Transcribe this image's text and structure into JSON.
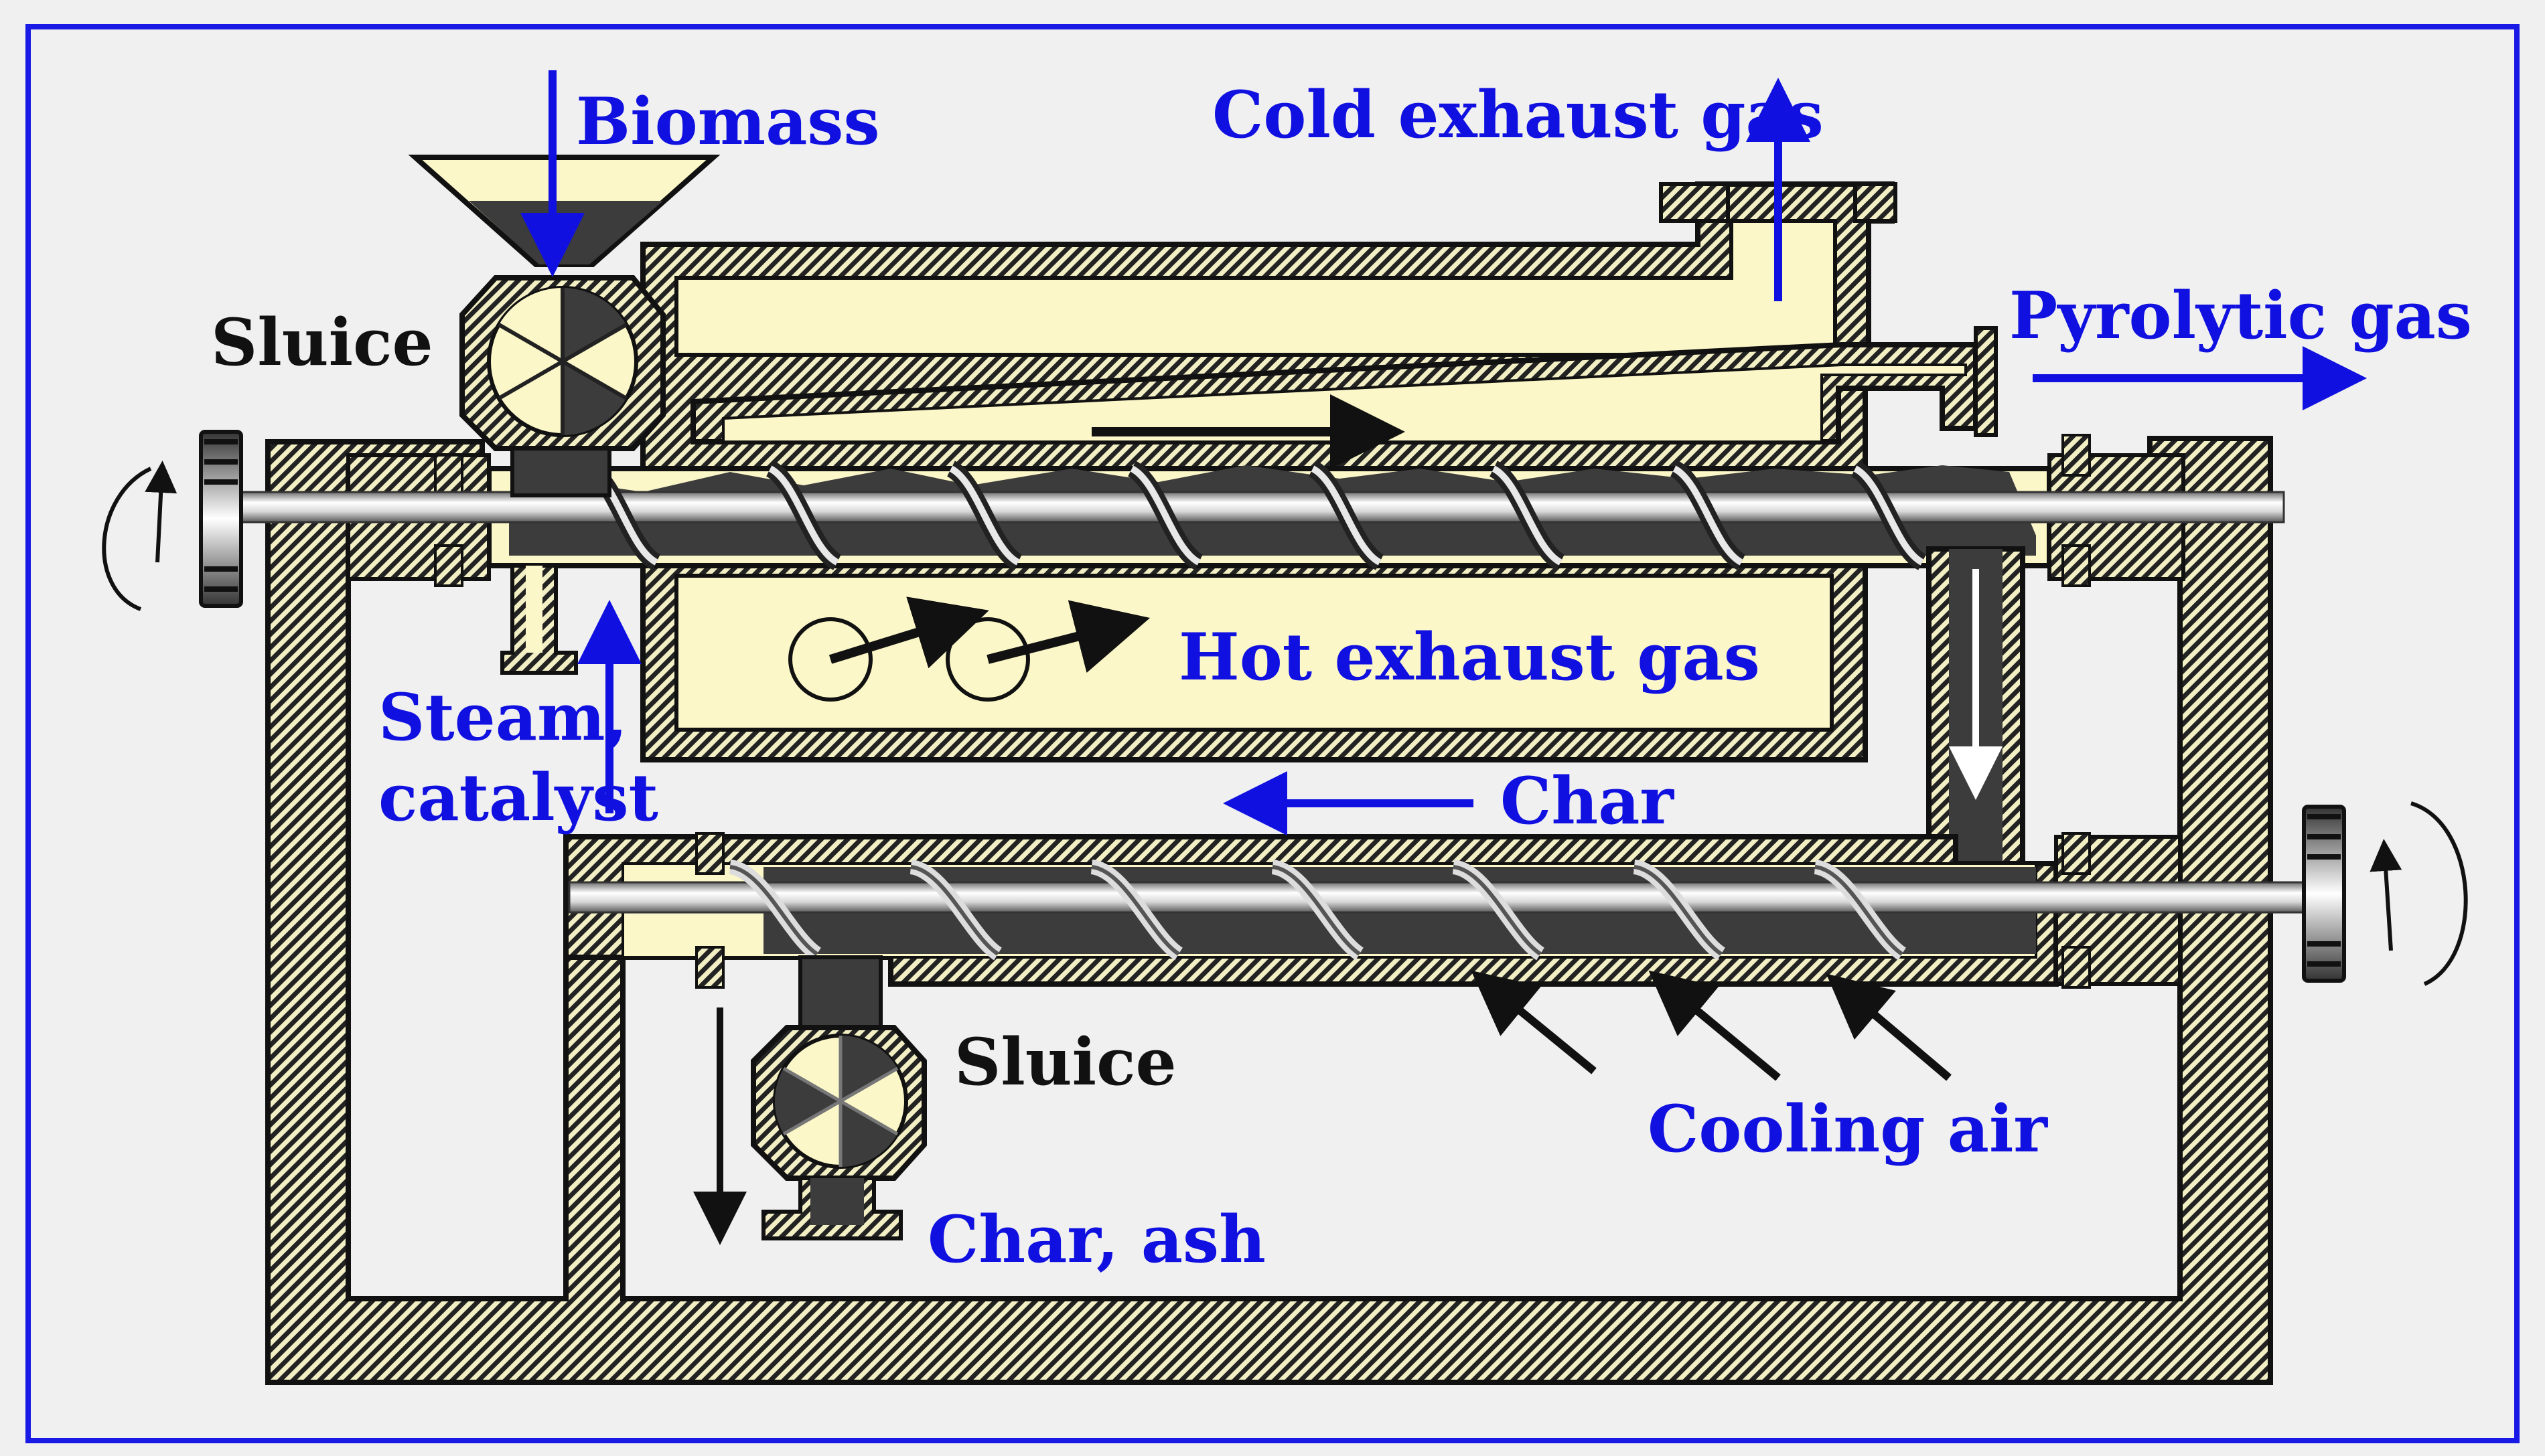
{
  "labels": {
    "biomass": "Biomass",
    "cold_exhaust_gas": "Cold exhaust gas",
    "pyrolytic_gas": "Pyrolytic gas",
    "sluice_top": "Sluice",
    "hot_exhaust_gas": "Hot exhaust gas",
    "steam_line1": "Steam,",
    "steam_line2": "catalyst",
    "char": "Char",
    "sluice_bottom": "Sluice",
    "cooling_air": "Cooling air",
    "char_ash": "Char, ash"
  },
  "colors": {
    "background": "#f0f0f0",
    "frame_border": "#1a1ae6",
    "label_blue": "#1010e0",
    "label_black": "#111111",
    "cream": "#fbf7c8",
    "material_dark": "#3c3c3c",
    "wall_hatch_dark": "#222222",
    "wall_hatch_light": "#f3efc4"
  }
}
